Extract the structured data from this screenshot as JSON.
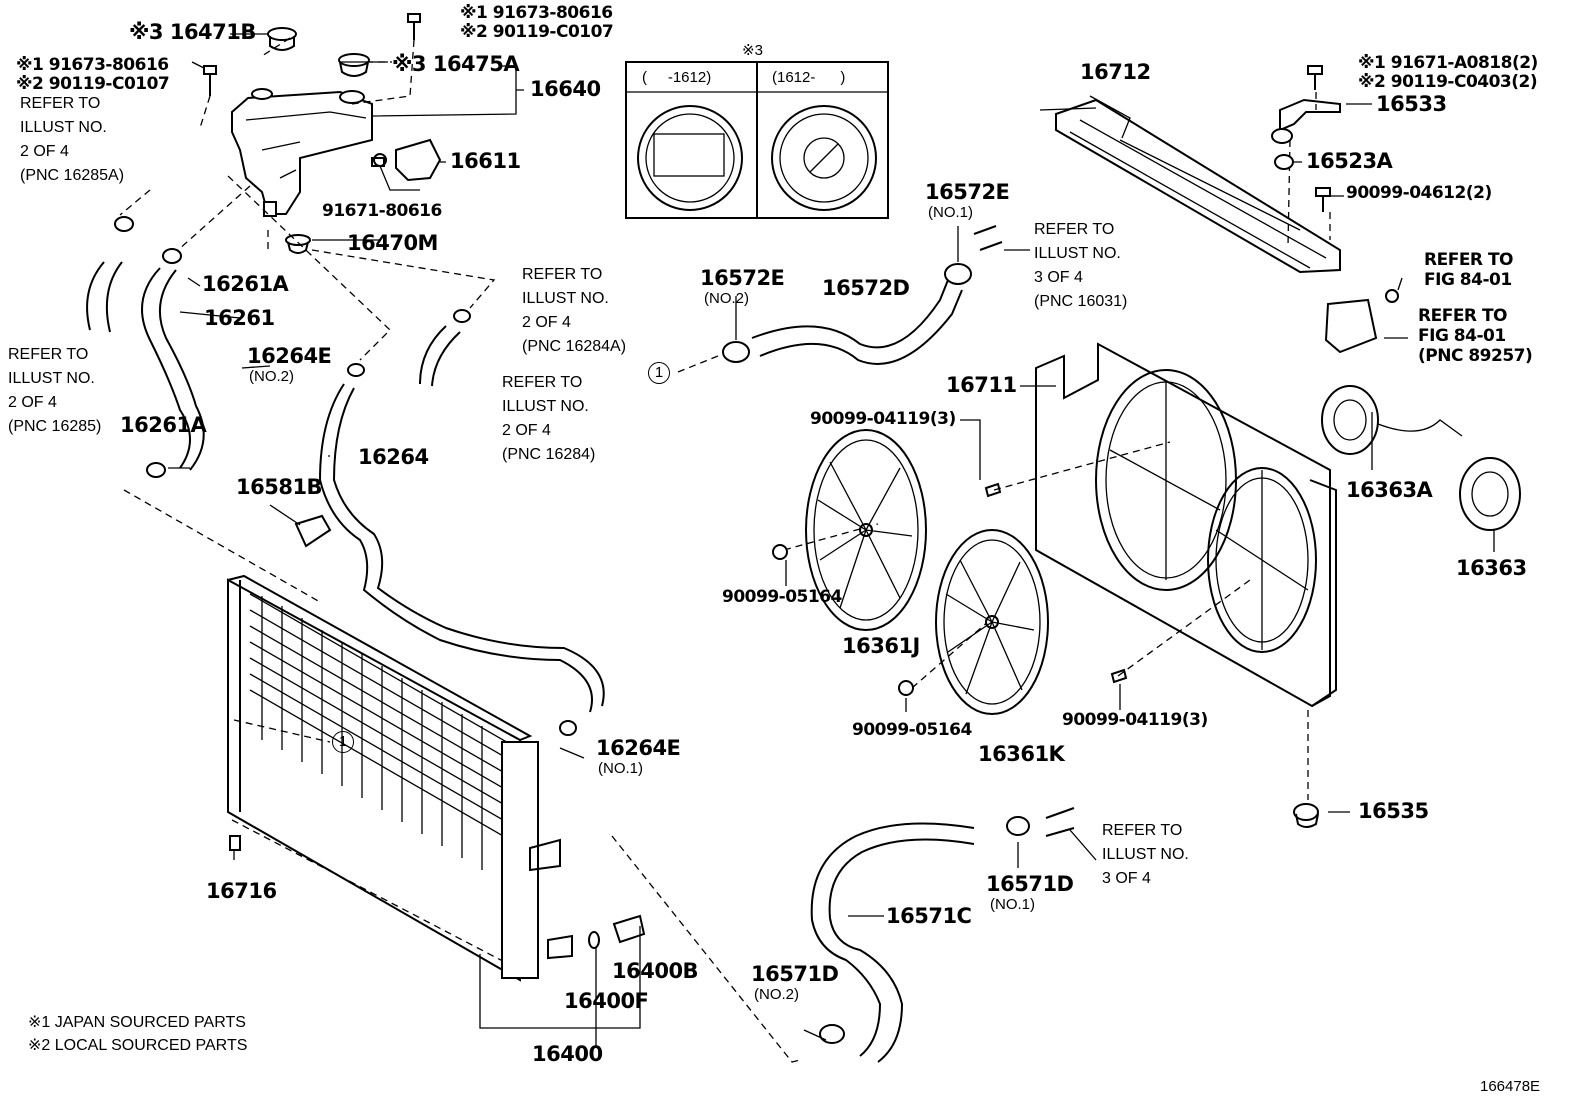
{
  "labels": {
    "p16471B": "※3 16471B",
    "p16475A": "※3 16475A",
    "p16640": "16640",
    "p16611": "16611",
    "p91671_80616": "91671-80616",
    "p16470M": "16470M",
    "p16261A_top": "16261A",
    "p16261": "16261",
    "p16264E_no2": "16264E",
    "p16264": "16264",
    "p16261A_low": "16261A",
    "p16581B": "16581B",
    "p16264E_no1": "16264E",
    "p16716": "16716",
    "p16400F": "16400F",
    "p16400B": "16400B",
    "p16400": "16400",
    "p16572E_no2": "16572E",
    "p16572D": "16572D",
    "p16572E_no1": "16572E",
    "p16712": "16712",
    "p16533": "16533",
    "p16523A": "16523A",
    "p90099_04612": "90099-04612(2)",
    "p16711": "16711",
    "p90099_04119_a": "90099-04119(3)",
    "p90099_05164_a": "90099-05164",
    "p16361J": "16361J",
    "p90099_05164_b": "90099-05164",
    "p16361K": "16361K",
    "p90099_04119_b": "90099-04119(3)",
    "p16363A": "16363A",
    "p16363": "16363",
    "p16535": "16535",
    "p16571C": "16571C",
    "p16571D_no1": "16571D",
    "p16571D_no2": "16571D",
    "diagram_code": "166478E"
  },
  "sub_labels": {
    "no2_a": "(NO.2)",
    "no1_a": "(NO.1)",
    "no2_b": "(NO.2)",
    "no1_b": "(NO.1)",
    "no1_c": "(NO.1)",
    "no2_c": "(NO.2)"
  },
  "fasteners": {
    "top_left": "※1 91673-80616\n※2 90119-C0107",
    "top_center": "※1 91673-80616\n※2 90119-C0107",
    "top_right": "※1 91671-A0818(2)\n※2 90119-C0403(2)"
  },
  "refers": {
    "r1": "REFER TO\nILLUST NO.\n2 OF 4\n(PNC 16285A)",
    "r2": "REFER TO\nILLUST NO.\n2 OF 4\n(PNC 16285)",
    "r3": "REFER TO\nILLUST NO.\n2 OF 4\n(PNC 16284A)",
    "r4": "REFER TO\nILLUST NO.\n2 OF 4\n(PNC 16284)",
    "r5": "REFER TO\nILLUST NO.\n3 OF 4\n(PNC 16031)",
    "r6": "REFER TO\nFIG 84-01",
    "r7": "REFER TO\nFIG 84-01\n(PNC 89257)",
    "r8": "REFER TO\nILLUST NO.\n3 OF 4"
  },
  "inset": {
    "mark": "※3",
    "left_col": "(     -1612)",
    "right_col": "(1612-      )"
  },
  "callout": "1",
  "legend": {
    "line1": "※1 JAPAN SOURCED PARTS",
    "line2": "※2 LOCAL SOURCED PARTS"
  }
}
